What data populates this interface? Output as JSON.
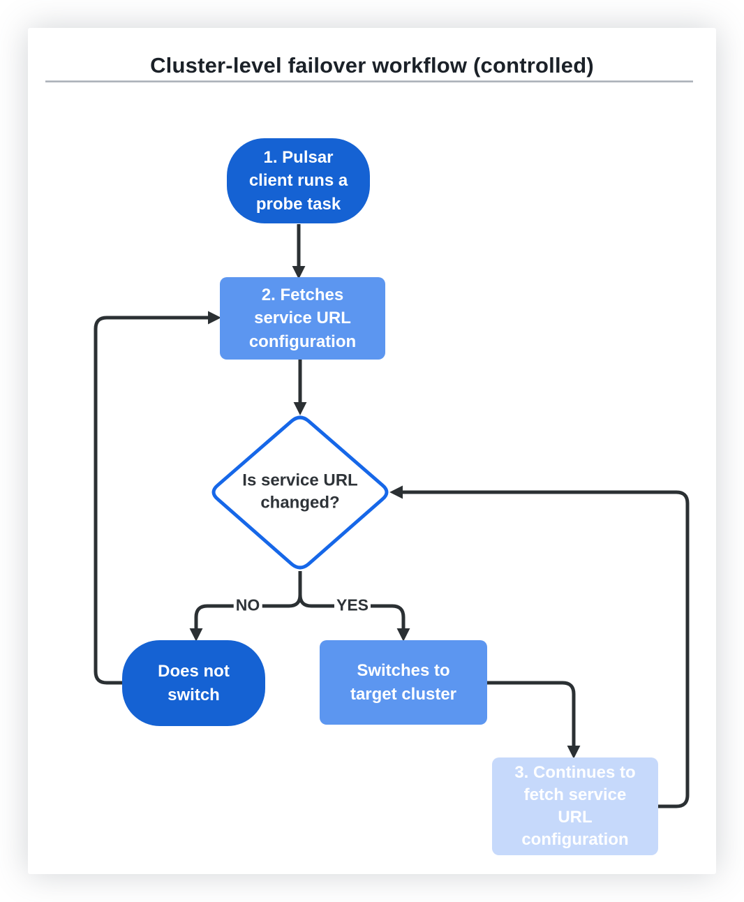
{
  "title": "Cluster-level failover workflow (controlled)",
  "nodes": {
    "probe": {
      "label": "1. Pulsar\nclient runs a\nprobe task"
    },
    "fetch": {
      "label": "2. Fetches\nservice URL\nconfiguration"
    },
    "decision": {
      "label": "Is service URL\nchanged?"
    },
    "does_not_switch": {
      "label": "Does not\nswitch"
    },
    "switches": {
      "label": "Switches to\ntarget cluster"
    },
    "continues": {
      "label": "3. Continues to\nfetch service\nURL\nconfiguration"
    }
  },
  "branch_labels": {
    "no": "NO",
    "yes": "YES"
  },
  "colors": {
    "node_dark": "#1562d3",
    "node_medium": "#5c96f0",
    "node_light": "#c6d9fb",
    "diamond_border": "#1667e8",
    "diamond_fill": "#ffffff",
    "edge": "#2b3033",
    "text_light": "#ffffff",
    "text_dark": "#2e3338",
    "title_text": "#1b2128",
    "rule": "#a9aeb6",
    "card_bg": "#ffffff"
  }
}
